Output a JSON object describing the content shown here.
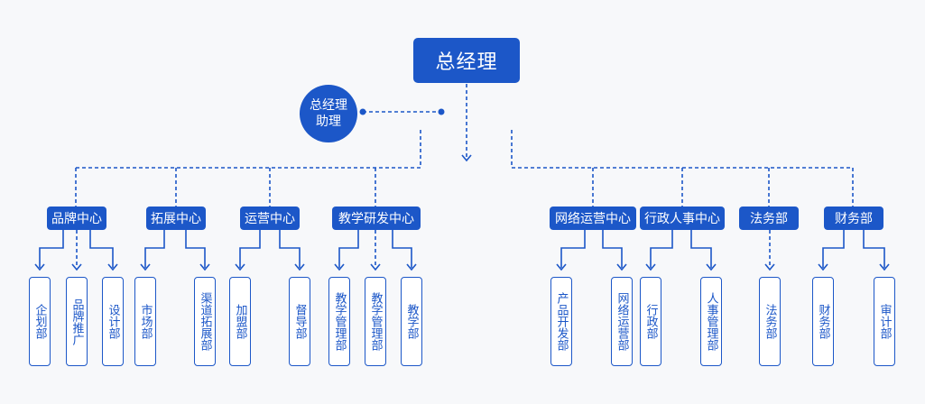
{
  "ceo": "总经理",
  "assistant": "总经理助理",
  "centers": {
    "brand": "品牌中心",
    "expand": "拓展中心",
    "ops": "运营中心",
    "teaching": "教学研发中心",
    "network": "网络运营中心",
    "admin": "行政人事中心",
    "legal": "法务部",
    "finance": "财务部"
  },
  "departments": {
    "planning": "企划部",
    "brand_promo": "品牌推广",
    "design": "设计部",
    "market": "市场部",
    "channel": "渠道拓展部",
    "franchise": "加盟部",
    "supervise": "督导部",
    "teach_mgmt_1": "教学管理部",
    "teach_mgmt_2": "教学管理部",
    "teaching": "教学部",
    "product": "产品开发部",
    "net_ops": "网络运营部",
    "admin": "行政部",
    "hr": "人事管理部",
    "legal": "法务部",
    "finance": "财务部",
    "audit": "审计部"
  },
  "colors": {
    "primary": "#1c57c8",
    "background": "#f7f8fa"
  }
}
